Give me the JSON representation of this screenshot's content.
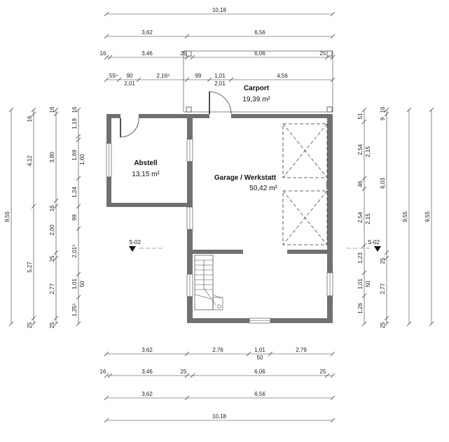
{
  "rooms": {
    "carport": {
      "name": "Carport",
      "area": "19,39 m²"
    },
    "abstell": {
      "name": "Abstell",
      "area": "13,15 m²"
    },
    "garage": {
      "name": "Garage / Werkstatt",
      "area": "50,42 m²"
    }
  },
  "sections": {
    "left": "S-02",
    "right": "S-02"
  },
  "dims_top": {
    "total": "10,18",
    "r1": [
      "3,62",
      "6,56"
    ],
    "r2": [
      "16",
      "3,46",
      "25",
      "6,06",
      "25"
    ],
    "r3": [
      "55⁵",
      "90",
      "2,16⁵",
      "99",
      "1,01",
      "4,56"
    ],
    "r3_sub": [
      "2,01",
      "2,01"
    ]
  },
  "dims_bottom": {
    "b1": [
      "3,62",
      "2,76",
      "1,01",
      "2,79"
    ],
    "b1_sub": "50",
    "b2": [
      "16",
      "3,46",
      "25",
      "6,06",
      "25"
    ],
    "b3": [
      "3,62",
      "6,56"
    ],
    "total": "10,18"
  },
  "dims_left": {
    "total": "9,55",
    "c2": [
      "16",
      "4,12",
      "5,27",
      "25"
    ],
    "c3": [
      "16",
      "3,80",
      "16",
      "2,00",
      "25",
      "2,77",
      "25"
    ],
    "c4": [
      "1,19",
      "16",
      "1,69",
      "1,60",
      "1,24",
      "99",
      "2,01⁵",
      "1,01",
      "50",
      "1,25⁵"
    ]
  },
  "dims_right": {
    "c1": [
      "51",
      "9",
      "16",
      "2,54",
      "2,15",
      "46",
      "2,54",
      "2,15",
      "1,23",
      "1,01",
      "50",
      "1,26"
    ],
    "c2": [
      "6,03",
      "25",
      "2,77",
      "25"
    ],
    "total_a": "9,55",
    "total_b": "9,55"
  }
}
